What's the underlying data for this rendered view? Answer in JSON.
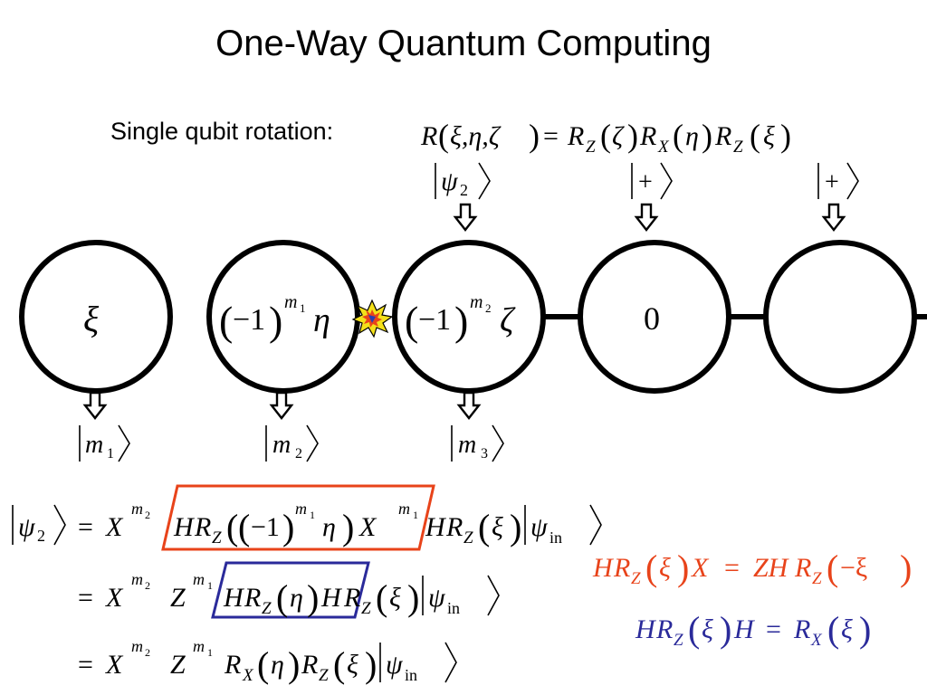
{
  "title": "One-Way Quantum Computing",
  "rotation_label": "Single qubit rotation:",
  "colors": {
    "accent_red": "#e8431a",
    "accent_blue": "#2a2a9a",
    "black": "#000000"
  },
  "explosion_icon": "collision-icon",
  "arrow_icon": "down-arrow-icon",
  "formula_top": {
    "R": "R",
    "args": "ξ,η,ζ",
    "eq": "=",
    "rz": "R",
    "z": "Z",
    "zeta": "ζ",
    "rx": "R",
    "x": "X",
    "eta": "η",
    "rz2": "R",
    "z2": "Z",
    "xi": "ξ"
  },
  "inputs": [
    {
      "psi": "ψ",
      "sub": "2"
    },
    {
      "plus": "+"
    },
    {
      "plus": "+"
    }
  ],
  "nodes": [
    {
      "symbol": "ξ"
    },
    {
      "minus_one": "−1",
      "m": "m",
      "mi": "1",
      "symbol": "η"
    },
    {
      "minus_one": "−1",
      "m": "m",
      "mi": "2",
      "symbol": "ζ"
    },
    {
      "symbol": "0"
    },
    {
      "symbol": ""
    }
  ],
  "outcomes": [
    {
      "m": "m",
      "sub": "1"
    },
    {
      "m": "m",
      "sub": "2"
    },
    {
      "m": "m",
      "sub": "3"
    }
  ],
  "derivation": {
    "line1": {
      "psi": "ψ",
      "psi_sub": "2",
      "eq": "=",
      "X": "X",
      "m": "m",
      "m2": "2",
      "H": "H",
      "R": "R",
      "Z": "Z",
      "neg1": "−1",
      "m1": "1",
      "eta": "η",
      "X2": "X",
      "xi": "ξ",
      "psi_in": "ψ",
      "in": "in"
    },
    "line2": {
      "eq": "=",
      "X": "X",
      "m": "m",
      "m2": "2",
      "Zop": "Z",
      "m1": "1",
      "H": "H",
      "R": "R",
      "Z": "Z",
      "eta": "η",
      "H2": "H",
      "xi": "ξ",
      "psi_in": "ψ",
      "in": "in"
    },
    "line3": {
      "eq": "=",
      "X": "X",
      "m": "m",
      "m2": "2",
      "Zop": "Z",
      "m1": "1",
      "R": "R",
      "Xs": "X",
      "eta": "η",
      "Zs": "Z",
      "xi": "ξ",
      "psi_in": "ψ",
      "in": "in"
    }
  },
  "identity_red": {
    "H": "H",
    "R": "R",
    "Z": "Z",
    "xi": "ξ",
    "X": "X",
    "eq": "=",
    "ZH": "ZH",
    "neg_xi": "−ξ"
  },
  "identity_blue": {
    "H": "H",
    "R": "R",
    "Z": "Z",
    "xi": "ξ",
    "Hb": "H",
    "eq": "=",
    "Rx": "R",
    "X": "X"
  }
}
